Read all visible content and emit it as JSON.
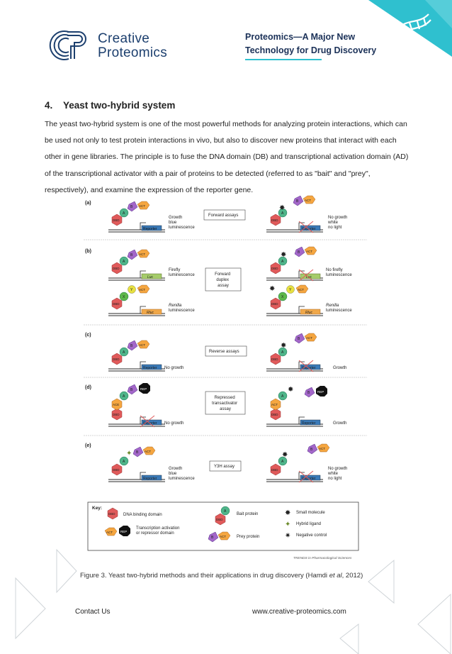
{
  "header": {
    "logo_line1": "Creative",
    "logo_line2": "Proteomics",
    "title_line1": "Proteomics—A Major New",
    "title_line2": "Technology for Drug Discovery",
    "accent_color": "#2fc0cf",
    "navy_color": "#1b3158"
  },
  "section": {
    "title": "4.    Yeast two-hybrid system",
    "body": "The yeast two-hybrid system is one of the most powerful methods for analyzing protein interactions, which can be used not only to test protein interactions in vivo, but also to discover new proteins that interact with each other in gene libraries. The principle is to fuse the DNA domain (DB) and transcriptional activation domain (AD) of the transcriptional activator with a pair of proteins to be detected (referred to as \"bait\" and \"prey\", respectively), and examine the expression of the reporter gene."
  },
  "figure": {
    "panels": {
      "a": "(a)",
      "b": "(b)",
      "c": "(c)",
      "d": "(d)",
      "e": "(e)"
    },
    "assays": {
      "forward": "Forward assays",
      "duplex": [
        "Forward",
        "duplex",
        "assay"
      ],
      "reverse": "Reverse assays",
      "repressed": [
        "Repressed",
        "transactivator",
        "assay"
      ],
      "y3h": "Y3H assay"
    },
    "outcomes": {
      "growth_blue": [
        "Growth",
        "blue",
        "luminescence"
      ],
      "no_growth_white": [
        "No growth",
        "white",
        "no light"
      ],
      "firefly": [
        "Firefly",
        "luminescence"
      ],
      "no_firefly": [
        "No firefly",
        "luminescence"
      ],
      "renilla": [
        "Renilla",
        "luminescence"
      ],
      "no_growth": "No growth",
      "growth": "Growth"
    },
    "labels": {
      "dbd": "DBD",
      "a": "A",
      "b": "B",
      "act": "ACT",
      "rep": "REP",
      "x": "X",
      "y": "Y",
      "ace": "ACE",
      "reporter": "Reporter",
      "luc": "Luc",
      "rluc": "Rluc"
    },
    "key": {
      "title": "Key:",
      "dbd_label": "DNA binding domain",
      "act_label": [
        "Transcription activation",
        "or repressor domain"
      ],
      "bait_label": "Bait protein",
      "prey_label": "Prey protein",
      "small_molecule": "Small molecule",
      "hybrid_ligand": "Hybrid ligand",
      "negative_control": "Negative control"
    },
    "source": "TRENDS in Pharmacological Sciences",
    "caption_prefix": "Figure 3. Yeast two-hybrid methods and their applications in drug discovery (Hamdi ",
    "caption_italic": "et al",
    "caption_suffix": ", 2012)"
  },
  "footer": {
    "contact": "Contact Us",
    "website": "www.creative-proteomics.com"
  }
}
